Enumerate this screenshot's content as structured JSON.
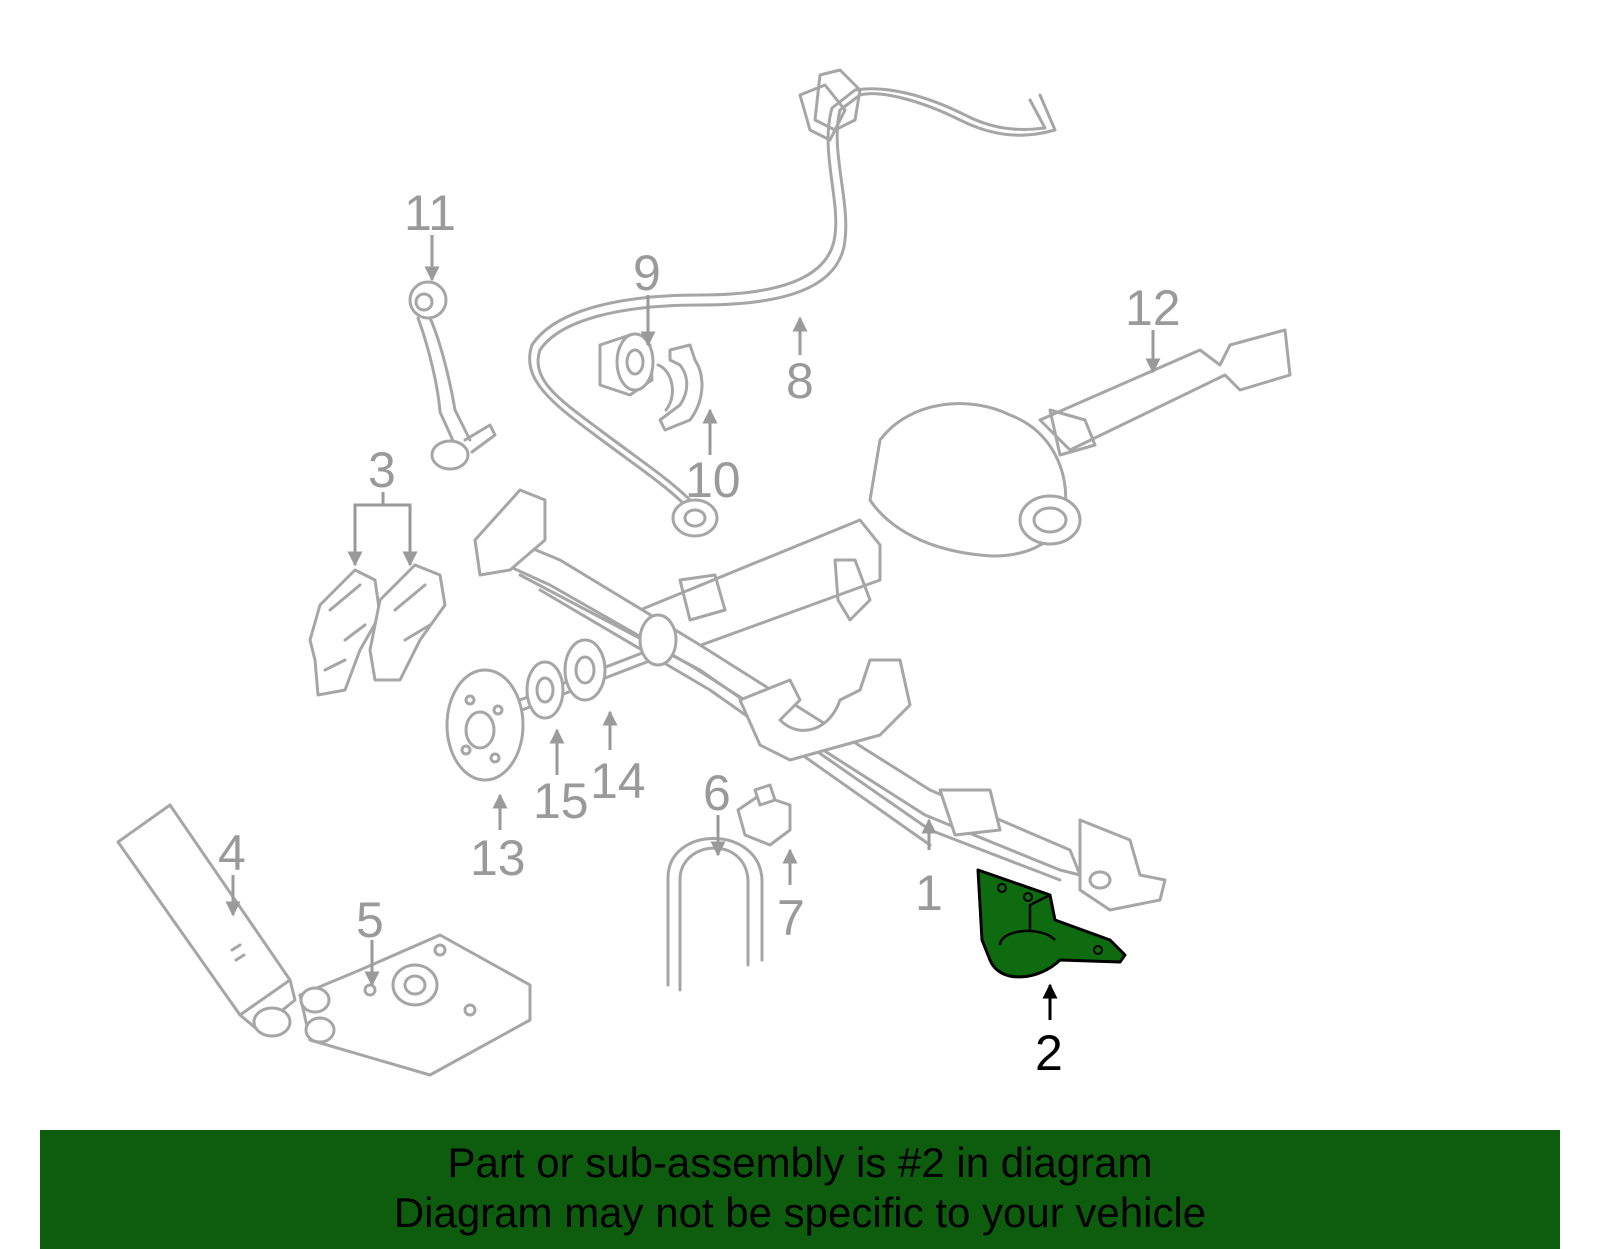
{
  "diagram": {
    "callouts": [
      "1",
      "2",
      "3",
      "4",
      "5",
      "6",
      "7",
      "8",
      "9",
      "10",
      "11",
      "12",
      "13",
      "14",
      "15"
    ],
    "highlighted_callout": "2",
    "highlight_color": "#0f6b0f"
  },
  "banner": {
    "line1": "Part or sub-assembly is #2 in diagram",
    "line2": "Diagram may not be specific to your vehicle",
    "background": "#0e5c0e"
  }
}
